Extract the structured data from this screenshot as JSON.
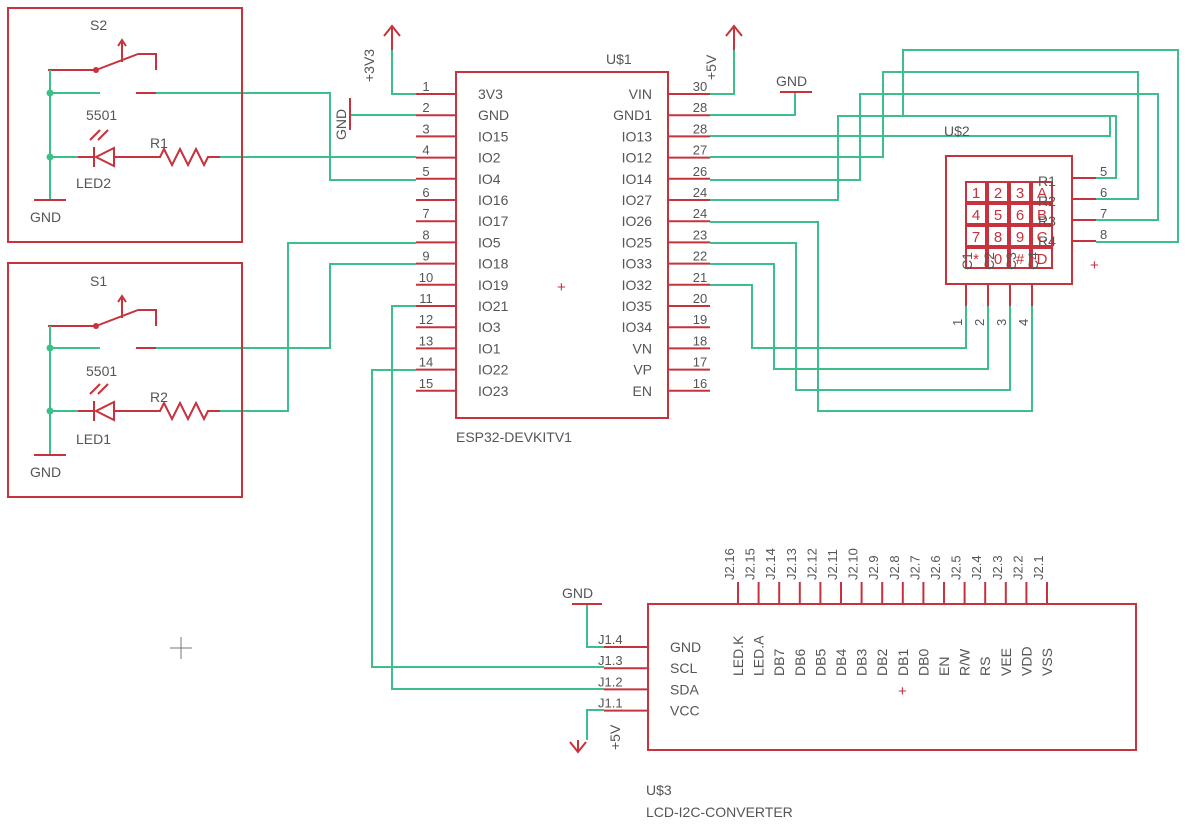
{
  "esp32": {
    "ref": "U$1",
    "name": "ESP32-DEVKITV1",
    "left_pins": [
      {
        "num": "1",
        "label": "3V3"
      },
      {
        "num": "2",
        "label": "GND"
      },
      {
        "num": "3",
        "label": "IO15"
      },
      {
        "num": "4",
        "label": "IO2"
      },
      {
        "num": "5",
        "label": "IO4"
      },
      {
        "num": "6",
        "label": "IO16"
      },
      {
        "num": "7",
        "label": "IO17"
      },
      {
        "num": "8",
        "label": "IO5"
      },
      {
        "num": "9",
        "label": "IO18"
      },
      {
        "num": "10",
        "label": "IO19"
      },
      {
        "num": "11",
        "label": "IO21"
      },
      {
        "num": "12",
        "label": "IO3"
      },
      {
        "num": "13",
        "label": "IO1"
      },
      {
        "num": "14",
        "label": "IO22"
      },
      {
        "num": "15",
        "label": "IO23"
      }
    ],
    "right_pins": [
      {
        "num": "30",
        "label": "VIN"
      },
      {
        "num": "28",
        "label": "GND1"
      },
      {
        "num": "28",
        "label": "IO13"
      },
      {
        "num": "27",
        "label": "IO12"
      },
      {
        "num": "26",
        "label": "IO14"
      },
      {
        "num": "24",
        "label": "IO27"
      },
      {
        "num": "24",
        "label": "IO26"
      },
      {
        "num": "23",
        "label": "IO25"
      },
      {
        "num": "22",
        "label": "IO33"
      },
      {
        "num": "21",
        "label": "IO32"
      },
      {
        "num": "20",
        "label": "IO35"
      },
      {
        "num": "19",
        "label": "IO34"
      },
      {
        "num": "18",
        "label": "VN"
      },
      {
        "num": "17",
        "label": "VP"
      },
      {
        "num": "16",
        "label": "EN"
      }
    ]
  },
  "power": {
    "v33": "+3V3",
    "v5": "+5V",
    "gnd": "GND"
  },
  "switch_block_top": {
    "switch": "S2",
    "led_model": "5501",
    "resistor": "R1",
    "led": "LED2",
    "gnd": "GND"
  },
  "switch_block_bottom": {
    "switch": "S1",
    "led_model": "5501",
    "resistor": "R2",
    "led": "LED1",
    "gnd": "GND"
  },
  "keypad": {
    "ref": "U$2",
    "keys": [
      "1",
      "2",
      "3",
      "A",
      "4",
      "5",
      "6",
      "B",
      "7",
      "8",
      "9",
      "C",
      "*",
      "0",
      "#",
      "D"
    ],
    "row_labels": [
      "R1",
      "R2",
      "R3",
      "R4"
    ],
    "col_labels": [
      "C1",
      "C2",
      "C3",
      "C4"
    ],
    "right_pins": [
      "5",
      "6",
      "7",
      "8"
    ],
    "bottom_pins": [
      "1",
      "2",
      "3",
      "4"
    ]
  },
  "lcd": {
    "ref": "U$3",
    "name": "LCD-I2C-CONVERTER",
    "left_pins": [
      {
        "num": "J1.4",
        "label": "GND"
      },
      {
        "num": "J1.3",
        "label": "SCL"
      },
      {
        "num": "J1.2",
        "label": "SDA"
      },
      {
        "num": "J1.1",
        "label": "VCC"
      }
    ],
    "top_pins": [
      {
        "num": "J2.16",
        "label": "LED.K"
      },
      {
        "num": "J2.15",
        "label": "LED.A"
      },
      {
        "num": "J2.14",
        "label": "DB7"
      },
      {
        "num": "J2.13",
        "label": "DB6"
      },
      {
        "num": "J2.12",
        "label": "DB5"
      },
      {
        "num": "J2.11",
        "label": "DB4"
      },
      {
        "num": "J2.10",
        "label": "DB3"
      },
      {
        "num": "J2.9",
        "label": "DB2"
      },
      {
        "num": "J2.8",
        "label": "DB1"
      },
      {
        "num": "J2.7",
        "label": "DB0"
      },
      {
        "num": "J2.6",
        "label": "EN"
      },
      {
        "num": "J2.5",
        "label": "R/W"
      },
      {
        "num": "J2.4",
        "label": "RS"
      },
      {
        "num": "J2.3",
        "label": "VEE"
      },
      {
        "num": "J2.2",
        "label": "VDD"
      },
      {
        "num": "J2.1",
        "label": "VSS"
      }
    ]
  }
}
